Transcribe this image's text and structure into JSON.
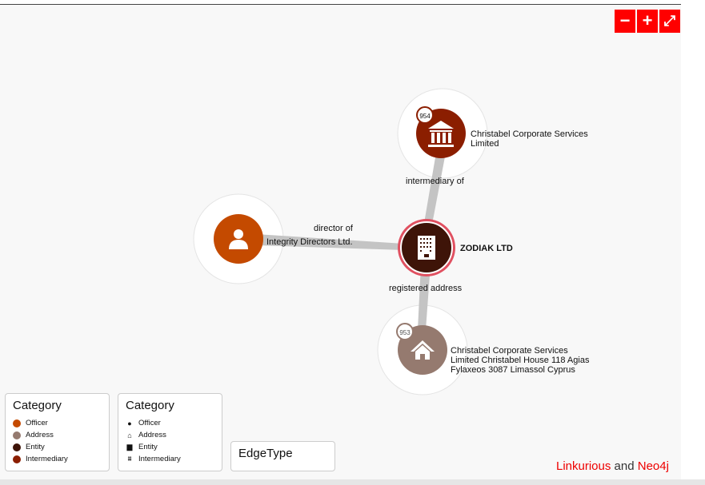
{
  "controls": {
    "zoom_out": "−",
    "zoom_in": "+",
    "fullscreen": "⤢"
  },
  "nodes": {
    "intermediary": {
      "label_l1": "Christabel Corporate Services",
      "label_l2": "Limited",
      "badge": "954",
      "color": "#8b1e00"
    },
    "officer": {
      "label": "Integrity Directors Ltd.",
      "color": "#c44a00"
    },
    "entity": {
      "label": "ZODIAK LTD",
      "color": "#3e1408",
      "ring": "#e05060"
    },
    "address": {
      "label_l1": "Christabel Corporate Services",
      "label_l2": "Limited Christabel House 118 Agias",
      "label_l3": "Fylaxeos 3087 Limassol Cyprus",
      "badge": "953",
      "color": "#957a6f"
    }
  },
  "edges": {
    "intermediary_of": "intermediary of",
    "director_of": "director of",
    "registered_address": "registered address"
  },
  "legend_color": {
    "title": "Category",
    "items": [
      {
        "label": "Officer",
        "color": "#c44a00"
      },
      {
        "label": "Address",
        "color": "#957a6f"
      },
      {
        "label": "Entity",
        "color": "#3e1408"
      },
      {
        "label": "Intermediary",
        "color": "#8b1e00"
      }
    ]
  },
  "legend_icon": {
    "title": "Category",
    "items": [
      {
        "label": "Officer",
        "icon": "user-icon"
      },
      {
        "label": "Address",
        "icon": "home-icon"
      },
      {
        "label": "Entity",
        "icon": "building-icon"
      },
      {
        "label": "Intermediary",
        "icon": "bank-icon"
      }
    ]
  },
  "legend_edge": {
    "title": "EdgeType"
  },
  "credit": {
    "a": "Linkurious",
    "and": " and ",
    "b": "Neo4j"
  }
}
